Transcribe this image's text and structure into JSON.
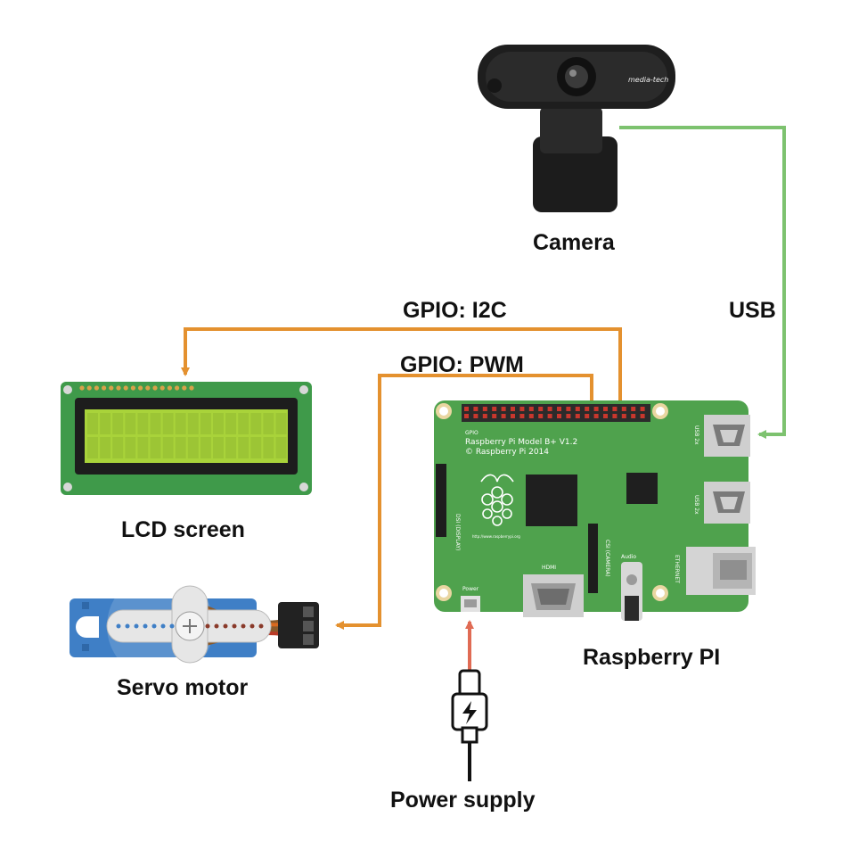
{
  "components": {
    "camera": {
      "label": "Camera",
      "brand": "media-tech"
    },
    "lcd": {
      "label": "LCD screen"
    },
    "servo": {
      "label": "Servo motor"
    },
    "pi": {
      "label": "Raspberry PI",
      "board_gpio": "GPIO",
      "board_model": "Raspberry Pi Model B+ V1.2",
      "board_copyright": "© Raspberry Pi 2014",
      "board_url": "http://www.raspberrypi.org",
      "board_dsi": "DSI (DISPLAY)",
      "board_csi": "CSI (CAMERA)",
      "board_hdmi": "HDMI",
      "board_audio": "Audio",
      "board_power": "Power",
      "board_usb1": "USB 2x",
      "board_usb2": "USB 2x",
      "board_ethernet": "ETHERNET"
    },
    "power": {
      "label": "Power supply"
    }
  },
  "connections": {
    "usb": {
      "label": "USB",
      "color": "#7dc26f"
    },
    "i2c": {
      "label": "GPIO: I2C",
      "color": "#e4912f"
    },
    "pwm": {
      "label": "GPIO: PWM",
      "color": "#e4912f"
    },
    "power": {
      "color": "#e06b54"
    }
  },
  "colors": {
    "board": "#4fa24d",
    "lcd_board": "#3f9a4a",
    "lcd_screen": "#a9d33a",
    "servo": "#3f7fc6"
  }
}
